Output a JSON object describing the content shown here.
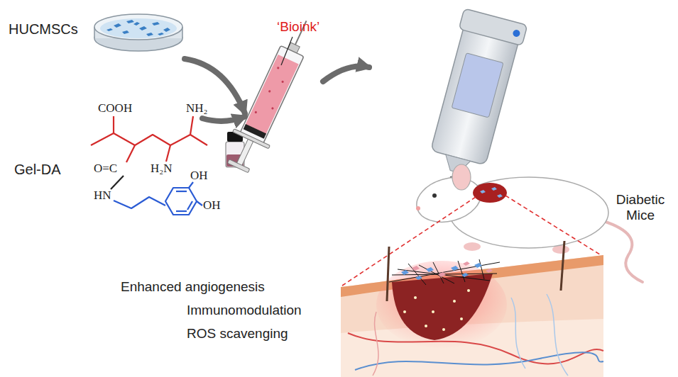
{
  "diagram": {
    "nodes": [
      {
        "text": [
          "HUCMSCs"
        ]
      },
      {
        "text": [
          "Gel-DA"
        ]
      },
      {
        "text": [
          "‘Bioink’"
        ]
      },
      {
        "text": [
          "Diabetic Mice"
        ]
      }
    ],
    "edges": [
      {
        "from": 0,
        "to": 2,
        "arrow": "to"
      },
      {
        "from": 1,
        "to": 2,
        "arrow": "to"
      },
      {
        "from": 2,
        "to": 3,
        "arrow": "to"
      }
    ],
    "labels": [
      "COOH",
      "NH₂",
      "O=C",
      "H₂N",
      "HN",
      "OH",
      "OH",
      "Enhanced angiogenesis",
      "Immunomodulation",
      "ROS scavenging"
    ]
  }
}
